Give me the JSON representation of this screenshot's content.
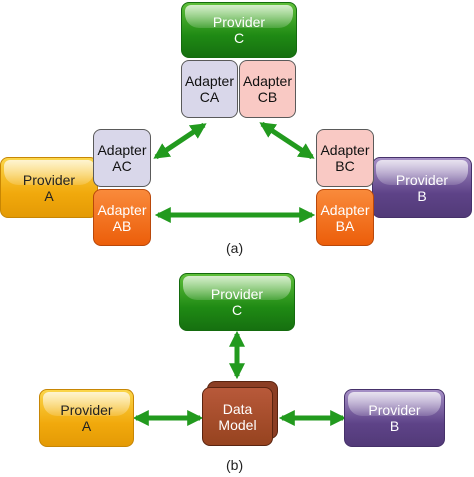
{
  "diagram_a": {
    "caption": "(a)",
    "provider_c": [
      "Provider",
      "C"
    ],
    "provider_a": [
      "Provider",
      "A"
    ],
    "provider_b": [
      "Provider",
      "B"
    ],
    "adapter_ca": [
      "Adapter",
      "CA"
    ],
    "adapter_cb": [
      "Adapter",
      "CB"
    ],
    "adapter_ac": [
      "Adapter",
      "AC"
    ],
    "adapter_ab": [
      "Adapter",
      "AB"
    ],
    "adapter_bc": [
      "Adapter",
      "BC"
    ],
    "adapter_ba": [
      "Adapter",
      "BA"
    ]
  },
  "diagram_b": {
    "caption": "(b)",
    "provider_c": [
      "Provider",
      "C"
    ],
    "provider_a": [
      "Provider",
      "A"
    ],
    "provider_b": [
      "Provider",
      "B"
    ],
    "data_model": [
      "Data",
      "Model"
    ]
  },
  "colors": {
    "arrow": "#229a1e",
    "provider_c": "#1f8a14",
    "provider_a": "#f1a90c",
    "provider_b": "#5e4388",
    "adapter_orange": "#ec5e0a",
    "data_model": "#a24b28"
  }
}
